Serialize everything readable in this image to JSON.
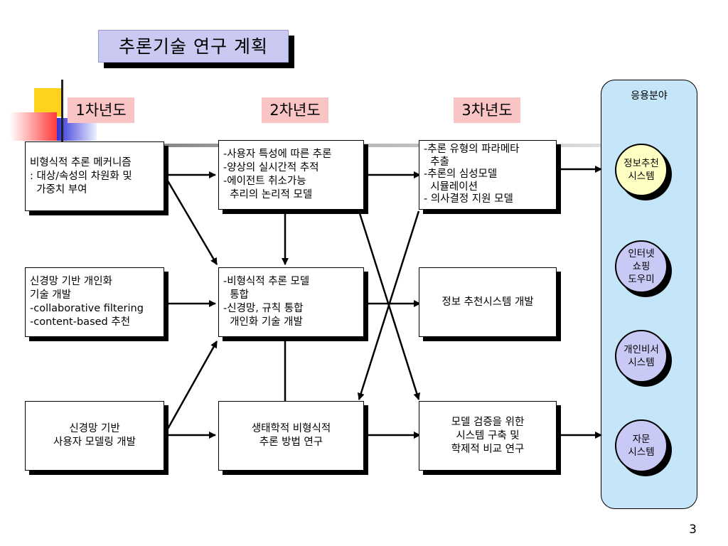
{
  "title": "추론기술 연구 계획",
  "years": [
    "1차년도",
    "2차년도",
    "3차년도"
  ],
  "boxes": {
    "y1_top": "비형식적 추론 메커니즘\n: 대상/속성의 차원화 및\n  가중치 부여",
    "y1_mid": "신경망 기반 개인화\n기술 개발\n-collaborative filtering\n-content-based 추천",
    "y1_bot": "신경망 기반\n사용자 모델링 개발",
    "y2_top": "-사용자 특성에 따른 추론\n-양상의 실시간적 추적\n-에이전트 취소가능\n  추리의 논리적 모델",
    "y2_mid": "-비형식적 추론 모델\n  통합\n-신경망, 규칙 통합\n  개인화 기술 개발",
    "y2_bot": "생태학적 비형식적\n추론 방법 연구",
    "y3_top": "-추론 유형의 파라메타\n  추출\n-추론의 심성모델\n  시뮬레이션\n- 의사결정 지원 모델",
    "y3_mid": "정보 추천시스템 개발",
    "y3_bot": "모델 검증을 위한\n시스템 구축 및\n학제적 비교 연구"
  },
  "applications": {
    "label": "응용분야",
    "items": [
      {
        "label": "정보추천\n시스템",
        "color": "#ffffc4"
      },
      {
        "label": "인터넷\n쇼핑\n도우미",
        "color": "#c9c9f5"
      },
      {
        "label": "개인비서\n시스템",
        "color": "#c9c9f5"
      },
      {
        "label": "자문\n시스템",
        "color": "#c9c9f5"
      }
    ]
  },
  "page_number": "3"
}
